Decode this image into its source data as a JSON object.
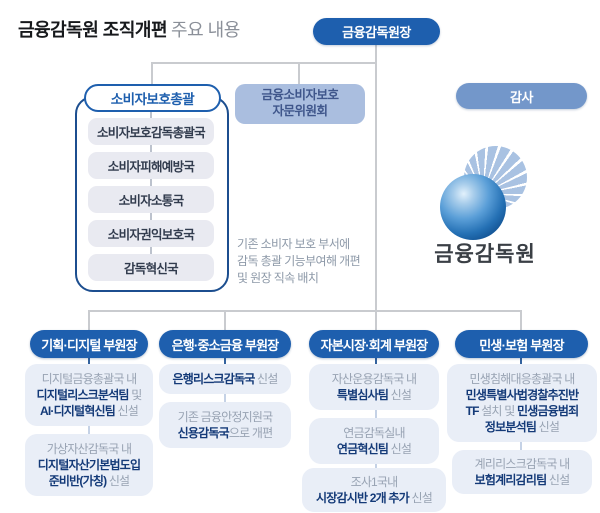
{
  "title": {
    "main": "금융감독원 조직개편",
    "sub": "주요 내용"
  },
  "governor_label": "금융감독원장",
  "auditor_label": "감사",
  "advisory_label": "금융소비자보호\n자문위원회",
  "consumer_group": {
    "header": "소비자보호총괄",
    "departments": [
      "소비자보호감독총괄국",
      "소비자피해예방국",
      "소비자소통국",
      "소비자권익보호국",
      "감독혁신국"
    ]
  },
  "annotation": "기존 소비자 보호 부서에\n감독 총괄 기능부여해 개편\n및 원장 직속 배치",
  "logo": {
    "text": "금융감독원",
    "icon": "fss-sphere-rays-logo"
  },
  "deputy_columns": [
    {
      "header": "기획·디지털 부원장",
      "boxes": [
        {
          "lines": [
            [
              {
                "t": "디지털금융총괄국 내"
              }
            ],
            [
              {
                "t": "디지털리스크분석팀",
                "b": true
              },
              {
                "t": " 및"
              }
            ],
            [
              {
                "t": "AI·디지털혁신팀",
                "b": true
              },
              {
                "t": " 신설"
              }
            ]
          ]
        },
        {
          "lines": [
            [
              {
                "t": "가상자산감독국 내"
              }
            ],
            [
              {
                "t": "디지털자산기본법도입",
                "b": true
              }
            ],
            [
              {
                "t": "준비반(가칭)",
                "b": true
              },
              {
                "t": " 신설"
              }
            ]
          ]
        }
      ]
    },
    {
      "header": "은행·중소금융 부원장",
      "boxes": [
        {
          "lines": [
            [
              {
                "t": "은행리스크감독국",
                "b": true
              },
              {
                "t": " 신설"
              }
            ]
          ]
        },
        {
          "lines": [
            [
              {
                "t": "기존 금융안정지원국"
              }
            ],
            [
              {
                "t": "신용감독국",
                "b": true
              },
              {
                "t": "으로 개편"
              }
            ]
          ]
        }
      ]
    },
    {
      "header": "자본시장·회계 부원장",
      "boxes": [
        {
          "lines": [
            [
              {
                "t": "자산운용감독국 내"
              }
            ],
            [
              {
                "t": "특별심사팀",
                "b": true
              },
              {
                "t": " 신설"
              }
            ]
          ]
        },
        {
          "lines": [
            [
              {
                "t": "연금감독실내"
              }
            ],
            [
              {
                "t": "연금혁신팀",
                "b": true
              },
              {
                "t": " 신설"
              }
            ]
          ]
        },
        {
          "lines": [
            [
              {
                "t": "조사1국내"
              }
            ],
            [
              {
                "t": "시장감시반 2개 추가",
                "b": true
              },
              {
                "t": " 신설"
              }
            ]
          ]
        }
      ]
    },
    {
      "header": "민생·보험 부원장",
      "boxes": [
        {
          "lines": [
            [
              {
                "t": "민생침해대응총괄국 내"
              }
            ],
            [
              {
                "t": "민생특별사법경찰추진반",
                "b": true
              }
            ],
            [
              {
                "t": "TF",
                "b": true
              },
              {
                "t": " 설치 및 "
              },
              {
                "t": "민생금융범죄",
                "b": true
              }
            ],
            [
              {
                "t": "정보분석팀",
                "b": true
              },
              {
                "t": " 신설"
              }
            ]
          ]
        },
        {
          "lines": [
            [
              {
                "t": "계리리스크감독국 내"
              }
            ],
            [
              {
                "t": "보험계리감리팀",
                "b": true
              },
              {
                "t": " 신설"
              }
            ]
          ]
        }
      ]
    }
  ],
  "colors": {
    "primary_blue": "#1e5fae",
    "auditor_blue": "#7397ca",
    "advisory_bg": "#aabedf",
    "advisory_text": "#3f568b",
    "outline_blue": "#1c4e8f",
    "dept_bg": "#e9eaf1",
    "dept_text": "#323c4e",
    "obox_bg": "#e9eef7",
    "obox_gray": "#98a3b3",
    "obox_navy": "#143a78",
    "line_gray": "#c9cbcf",
    "tick_light": "#c5d2e6",
    "tick_dark": "#34639e",
    "anno_gray": "#8d99a8",
    "title_dark": "#17191c",
    "title_gray": "#8b9099",
    "logo_lightblue": "#a9c2e2",
    "logo_text": "#3a3f45"
  }
}
